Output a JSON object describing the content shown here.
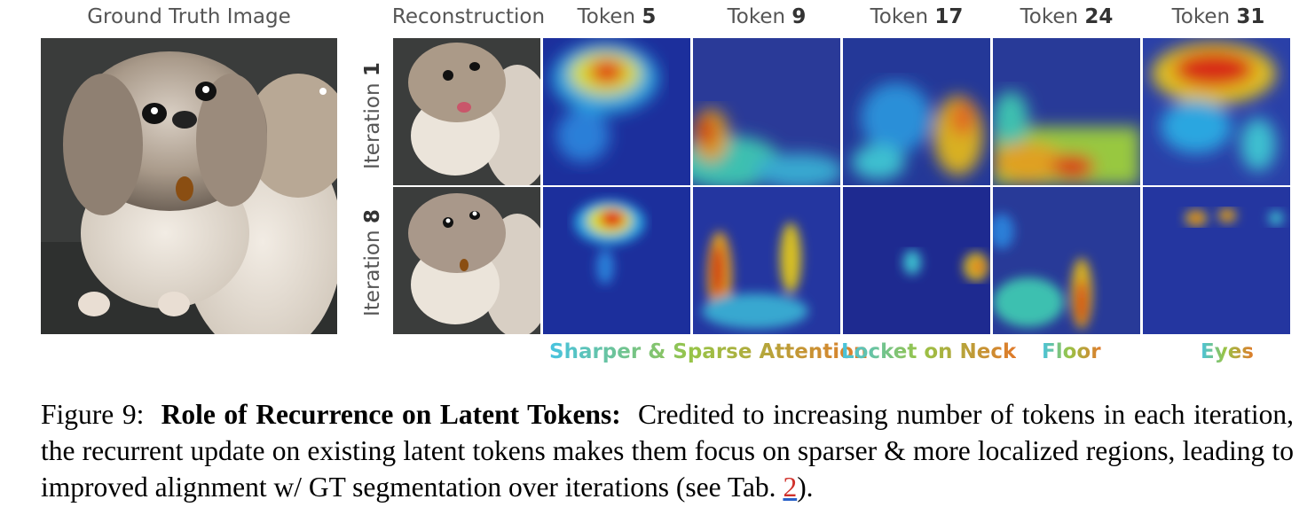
{
  "headers": {
    "ground_truth": "Ground Truth Image",
    "reconstruction": "Reconstruction",
    "token_prefix": "Token",
    "tokens": [
      "5",
      "9",
      "17",
      "24",
      "31"
    ]
  },
  "rows": [
    {
      "label_prefix": "Iteration",
      "label_num": "1"
    },
    {
      "label_prefix": "Iteration",
      "label_num": "8"
    }
  ],
  "annotations": {
    "sharper": "Sharper & Sparse Attention",
    "locket": "Locket on Neck",
    "floor": "Floor",
    "eyes": "Eyes"
  },
  "caption": {
    "figure_label": "Figure 9:",
    "bold_title": "Role of Recurrence on Latent Tokens:",
    "body": "Credited to increasing number of tokens in each iteration, the recurrent update on existing latent tokens makes them focus on sparser & more localized regions, leading to improved alignment w/ GT segmentation over iterations (see Tab.",
    "ref": "2",
    "end": ")."
  }
}
